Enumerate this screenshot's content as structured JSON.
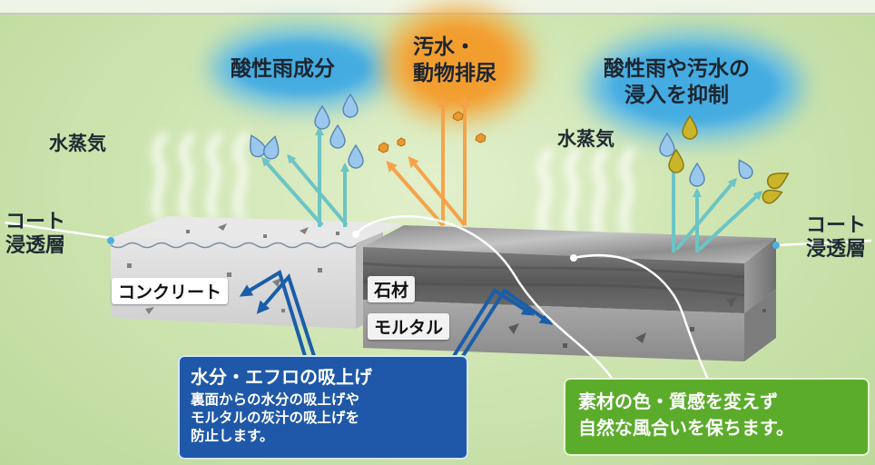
{
  "labels": {
    "cloud_acid_rain": "酸性雨成分",
    "cloud_dirty_water": [
      "汚水・",
      "動物排尿"
    ],
    "cloud_suppress": [
      "酸性雨や汚水の",
      "浸入を抑制"
    ],
    "vapor_left": "水蒸気",
    "vapor_right": "水蒸気",
    "coat_left": [
      "コート",
      "浸透層"
    ],
    "coat_right": [
      "コート",
      "浸透層"
    ],
    "concrete": "コンクリート",
    "stone": "石材",
    "mortar": "モルタル"
  },
  "callouts": {
    "suction": {
      "title": "水分・エフロの吸上げ",
      "body": [
        "裏面からの水分の吸上げや",
        "モルタルの灰汁の吸上げを",
        "防止します。"
      ]
    },
    "appearance": {
      "lines": [
        "素材の色・質感を変えず",
        "自然な風合いを保ちます。"
      ]
    }
  },
  "colors": {
    "background": "#c9e2ad",
    "cloud_blue": "#4fb0e0",
    "cloud_orange": "#f0a23a",
    "arrow_teal": "#6cc4c4",
    "arrow_orange": "#f5a34a",
    "arrow_blue": "#1a5ea8",
    "callout_blue": "#1f58a8",
    "callout_green": "#5cac2c",
    "drop_clear": "#9ac8ec",
    "drop_yellow": "#c9b42a"
  },
  "icons": [
    "water-drop-icon",
    "yellow-drop-icon",
    "dirt-particle-icon",
    "steam-icon"
  ]
}
